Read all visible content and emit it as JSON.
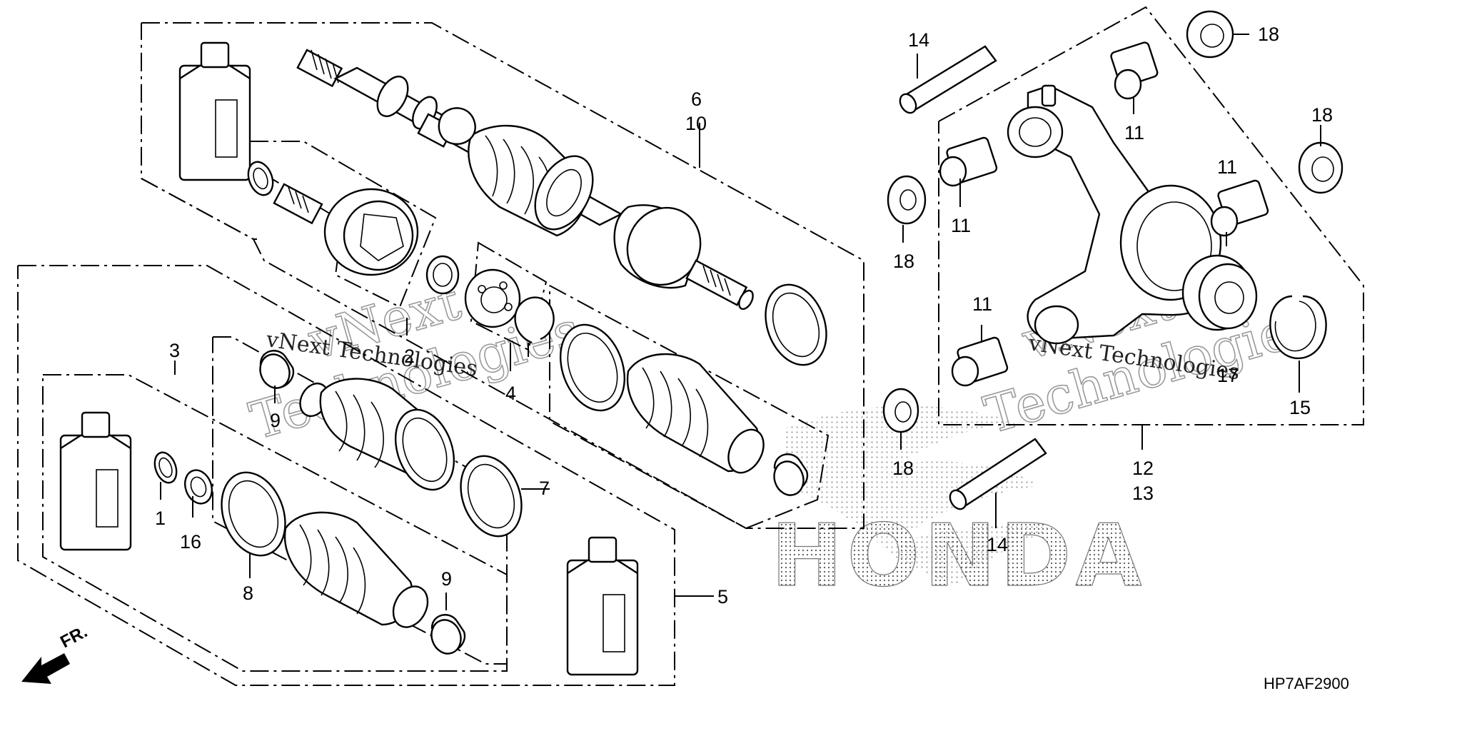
{
  "diagram": {
    "code": "HP7AF2900",
    "front_label": "FR.",
    "brand_text": "HONDA",
    "watermarks": [
      {
        "line1": "vNext",
        "line2": "Technologies",
        "caption": "vNext Technologies"
      },
      {
        "line1": "vNext",
        "line2": "Technologies",
        "caption": "vNext Technologies"
      }
    ],
    "labels": {
      "n1": "1",
      "n2": "2",
      "n3": "3",
      "n4": "4",
      "n5": "5",
      "n6": "6",
      "n7": "7",
      "n8": "8",
      "n9a": "9",
      "n9b": "9",
      "n10": "10",
      "n11a": "11",
      "n11b": "11",
      "n11c": "11",
      "n11d": "11",
      "n12": "12",
      "n13": "13",
      "n14a": "14",
      "n14b": "14",
      "n15": "15",
      "n16": "16",
      "n17": "17",
      "n18a": "18",
      "n18b": "18",
      "n18c": "18",
      "n18d": "18"
    }
  }
}
